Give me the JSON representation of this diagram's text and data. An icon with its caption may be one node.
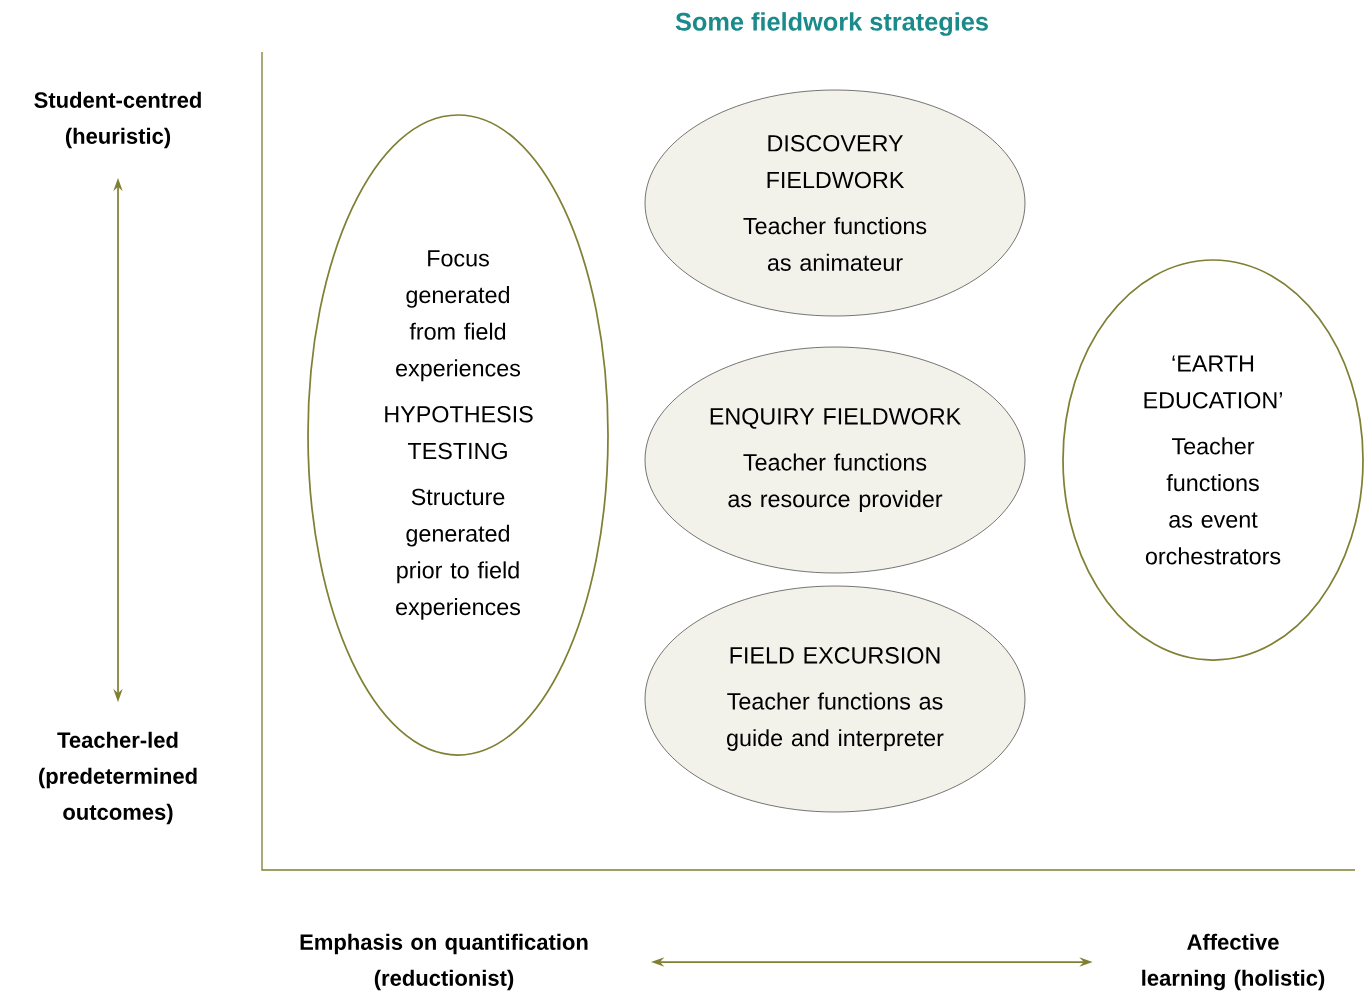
{
  "diagram": {
    "title": "Some fieldwork strategies",
    "nodes": [
      {
        "text": [
          "Student-centred (heuristic)"
        ]
      },
      {
        "text": [
          "Teacher-led (predetermined outcomes)"
        ]
      },
      {
        "text": [
          "Focus generated from field experiences",
          "HYPOTHESIS TESTING",
          "Structure generated prior to field experiences"
        ]
      },
      {
        "text": [
          "DISCOVERY FIELDWORK",
          "Teacher functions as animateur"
        ]
      },
      {
        "text": [
          "ENQUIRY FIELDWORK",
          "Teacher functions as resource provider"
        ]
      },
      {
        "text": [
          "FIELD EXCURSION",
          "Teacher functions as guide and interpreter"
        ]
      },
      {
        "text": [
          "‘EARTH EDUCATION’",
          "Teacher functions as event orchestrators"
        ]
      },
      {
        "text": [
          "Emphasis on quantification (reductionist)"
        ]
      },
      {
        "text": [
          "Affective learning (holistic)"
        ]
      }
    ],
    "edges": [
      {
        "from": 0,
        "to": 1,
        "arrow": "both"
      },
      {
        "from": 7,
        "to": 8,
        "arrow": "both"
      }
    ]
  }
}
